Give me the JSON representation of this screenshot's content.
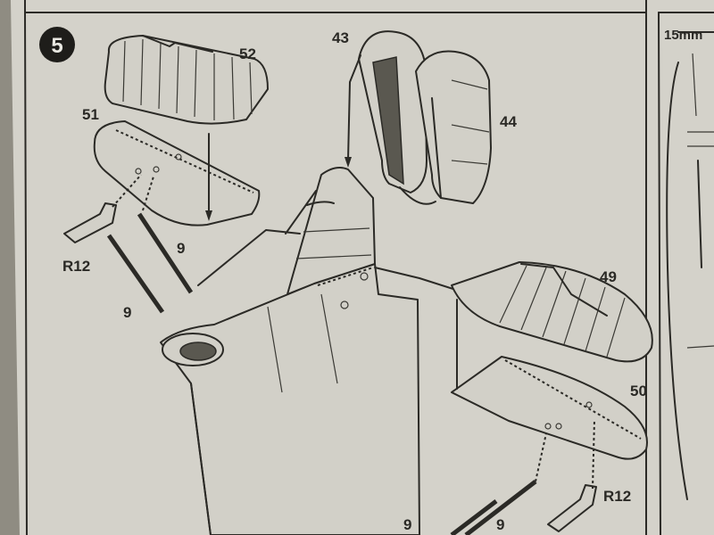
{
  "step": {
    "number": "5"
  },
  "labels": {
    "p52": "52",
    "p51": "51",
    "p43": "43",
    "p44": "44",
    "p49": "49",
    "p50": "50",
    "r12_left": "R12",
    "r12_right": "R12",
    "p9_a": "9",
    "p9_b": "9",
    "p9_c": "9",
    "p9_d": "9",
    "measure": "15mm"
  },
  "colors": {
    "paper": "#d2d0c8",
    "ink": "#2b2a26",
    "background": "#8f8c82"
  },
  "icons": [
    "step-number-badge"
  ]
}
